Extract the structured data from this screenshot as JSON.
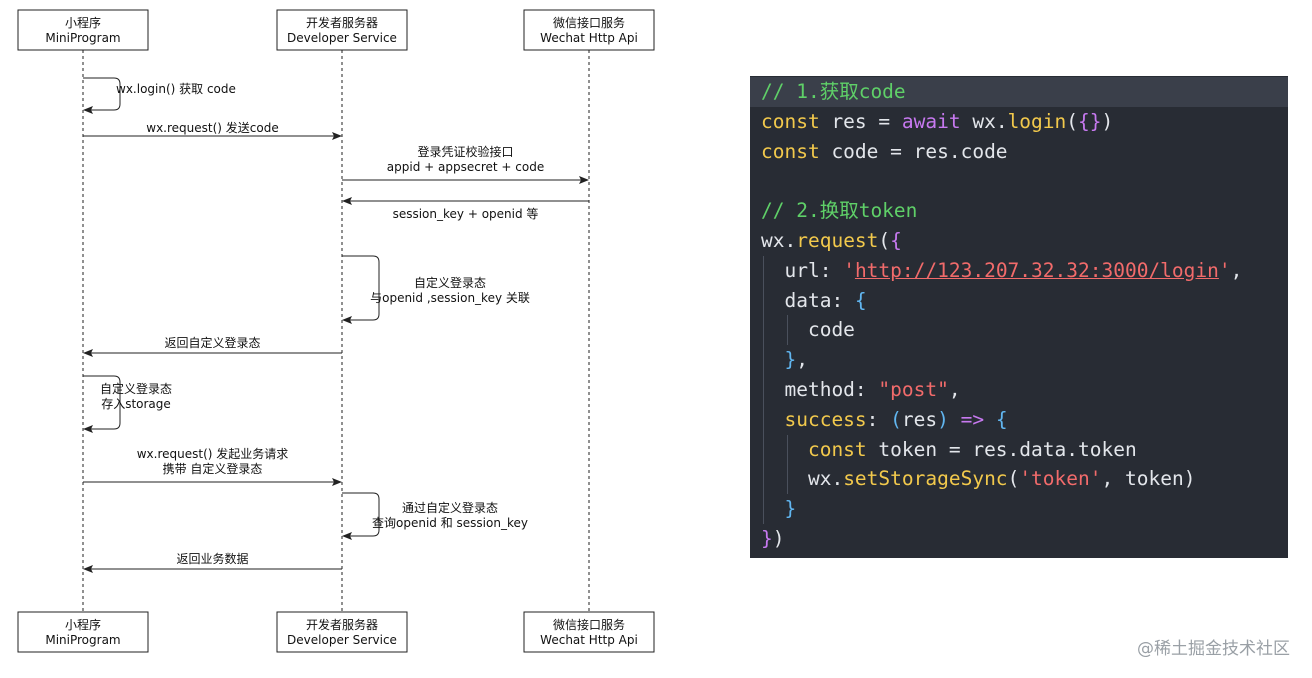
{
  "diagram": {
    "actors": [
      {
        "id": "mini",
        "line1": "小程序",
        "line2": "MiniProgram"
      },
      {
        "id": "dev",
        "line1": "开发者服务器",
        "line2": "Developer Service"
      },
      {
        "id": "wx",
        "line1": "微信接口服务",
        "line2": "Wechat Http Api"
      }
    ],
    "messages": [
      {
        "kind": "self",
        "from": "mini",
        "lines": [
          "wx.login() 获取 code"
        ]
      },
      {
        "kind": "arrow",
        "from": "mini",
        "to": "dev",
        "lines": [
          "wx.request() 发送code"
        ]
      },
      {
        "kind": "arrow",
        "from": "dev",
        "to": "wx",
        "lines": [
          "登录凭证校验接口",
          "appid + appsecret + code"
        ]
      },
      {
        "kind": "arrow",
        "from": "wx",
        "to": "dev",
        "lines": [
          "session_key + openid 等"
        ]
      },
      {
        "kind": "self",
        "from": "dev",
        "lines": [
          "自定义登录态",
          "与openid ,session_key 关联"
        ]
      },
      {
        "kind": "arrow",
        "from": "dev",
        "to": "mini",
        "lines": [
          "返回自定义登录态"
        ]
      },
      {
        "kind": "self",
        "from": "mini",
        "lines": [
          "自定义登录态",
          "存入storage"
        ]
      },
      {
        "kind": "arrow",
        "from": "mini",
        "to": "dev",
        "lines": [
          "wx.request() 发起业务请求",
          "携带 自定义登录态"
        ]
      },
      {
        "kind": "self",
        "from": "dev",
        "lines": [
          "通过自定义登录态",
          "查询openid 和 session_key"
        ]
      },
      {
        "kind": "arrow",
        "from": "dev",
        "to": "mini",
        "lines": [
          "返回业务数据"
        ]
      }
    ]
  },
  "code": {
    "lines": [
      [
        {
          "t": "// 1.获取code",
          "c": "comment"
        }
      ],
      [
        {
          "t": "const",
          "c": "keyword"
        },
        {
          "t": " res = ",
          "c": "ident"
        },
        {
          "t": "await",
          "c": "await"
        },
        {
          "t": " wx.",
          "c": "ident"
        },
        {
          "t": "login",
          "c": "func"
        },
        {
          "t": "(",
          "c": "punct"
        },
        {
          "t": "{}",
          "c": "brace"
        },
        {
          "t": ")",
          "c": "punct"
        }
      ],
      [
        {
          "t": "const",
          "c": "keyword"
        },
        {
          "t": " code = res.code",
          "c": "ident"
        }
      ],
      [],
      [
        {
          "t": "// 2.换取token",
          "c": "comment"
        }
      ],
      [
        {
          "t": "wx.",
          "c": "ident"
        },
        {
          "t": "request",
          "c": "func"
        },
        {
          "t": "(",
          "c": "punct"
        },
        {
          "t": "{",
          "c": "brace"
        }
      ],
      [
        {
          "t": "  url: ",
          "c": "prop"
        },
        {
          "t": "'",
          "c": "string"
        },
        {
          "t": "http://123.207.32.32:3000/login",
          "c": "url"
        },
        {
          "t": "'",
          "c": "string"
        },
        {
          "t": ",",
          "c": "punct"
        }
      ],
      [
        {
          "t": "  data: ",
          "c": "prop"
        },
        {
          "t": "{",
          "c": "brace2"
        }
      ],
      [
        {
          "t": "    code",
          "c": "ident"
        }
      ],
      [
        {
          "t": "  ",
          "c": "ident"
        },
        {
          "t": "}",
          "c": "brace2"
        },
        {
          "t": ",",
          "c": "punct"
        }
      ],
      [
        {
          "t": "  method: ",
          "c": "prop"
        },
        {
          "t": "\"post\"",
          "c": "string"
        },
        {
          "t": ",",
          "c": "punct"
        }
      ],
      [
        {
          "t": "  success",
          "c": "succ"
        },
        {
          "t": ": ",
          "c": "punct"
        },
        {
          "t": "(",
          "c": "brace2"
        },
        {
          "t": "res",
          "c": "param"
        },
        {
          "t": ")",
          "c": "brace2"
        },
        {
          "t": " => ",
          "c": "arrow"
        },
        {
          "t": "{",
          "c": "brace2"
        }
      ],
      [
        {
          "t": "    const",
          "c": "keyword"
        },
        {
          "t": " token = res.data.token",
          "c": "ident"
        }
      ],
      [
        {
          "t": "    wx.",
          "c": "ident"
        },
        {
          "t": "setStorageSync",
          "c": "func"
        },
        {
          "t": "(",
          "c": "punct"
        },
        {
          "t": "'token'",
          "c": "string"
        },
        {
          "t": ", token",
          "c": "ident"
        },
        {
          "t": ")",
          "c": "punct"
        }
      ],
      [
        {
          "t": "  ",
          "c": "ident"
        },
        {
          "t": "}",
          "c": "brace2"
        }
      ],
      [
        {
          "t": "}",
          "c": "brace"
        },
        {
          "t": ")",
          "c": "punct"
        }
      ]
    ]
  },
  "watermark": "@稀土掘金技术社区"
}
